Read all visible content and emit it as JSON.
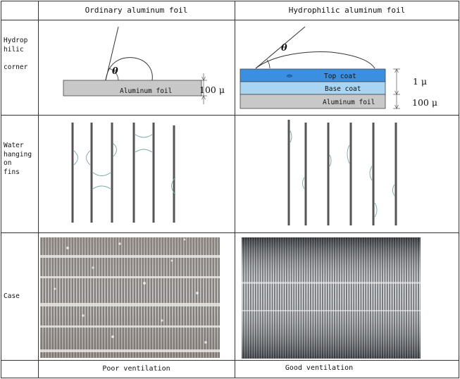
{
  "header": {
    "ordinary": "Ordinary aluminum foil",
    "hydrophilic": "Hydrophilic aluminum foil"
  },
  "rows": {
    "angle": {
      "label_lines": [
        "Hydrop",
        "hilic",
        "",
        "corner"
      ]
    },
    "water": {
      "label_lines": [
        "Water",
        "hanging",
        "on",
        "fins"
      ]
    },
    "case": {
      "label_lines": [
        "Case"
      ]
    }
  },
  "ordinary_diagram": {
    "theta": "θ",
    "substrate": "Aluminum foil",
    "thickness": "100 μ"
  },
  "hydrophilic_diagram": {
    "theta": "θ",
    "top_coat": "Top coat",
    "base_coat": "Base coat",
    "substrate": "Aluminum foil",
    "coat_thickness": "1 μ",
    "foil_thickness": "100 μ"
  },
  "footer": {
    "ordinary": "Poor ventilation",
    "hydrophilic": "Good ventilation"
  },
  "colors": {
    "grid": "#333333",
    "foil_gray": "#c8c8c8",
    "top_coat_blue": "#3b8fe0",
    "base_coat_blue": "#a9d4f2",
    "fin_gray": "#555555",
    "droplet_teal": "#7aa6a8"
  }
}
